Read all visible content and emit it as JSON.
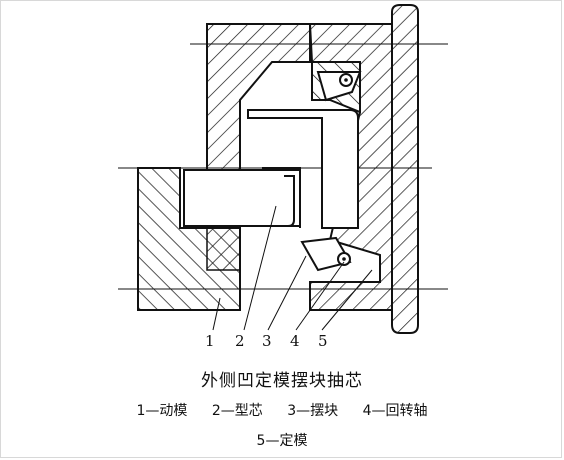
{
  "caption": {
    "title": "外侧凹定模摆块抽芯"
  },
  "legend": [
    {
      "label": "1—动模"
    },
    {
      "label": "2—型芯"
    },
    {
      "label": "3—摆块"
    },
    {
      "label": "4—回转轴"
    },
    {
      "label": "5—定模"
    }
  ],
  "callouts": [
    "1",
    "2",
    "3",
    "4",
    "5"
  ]
}
